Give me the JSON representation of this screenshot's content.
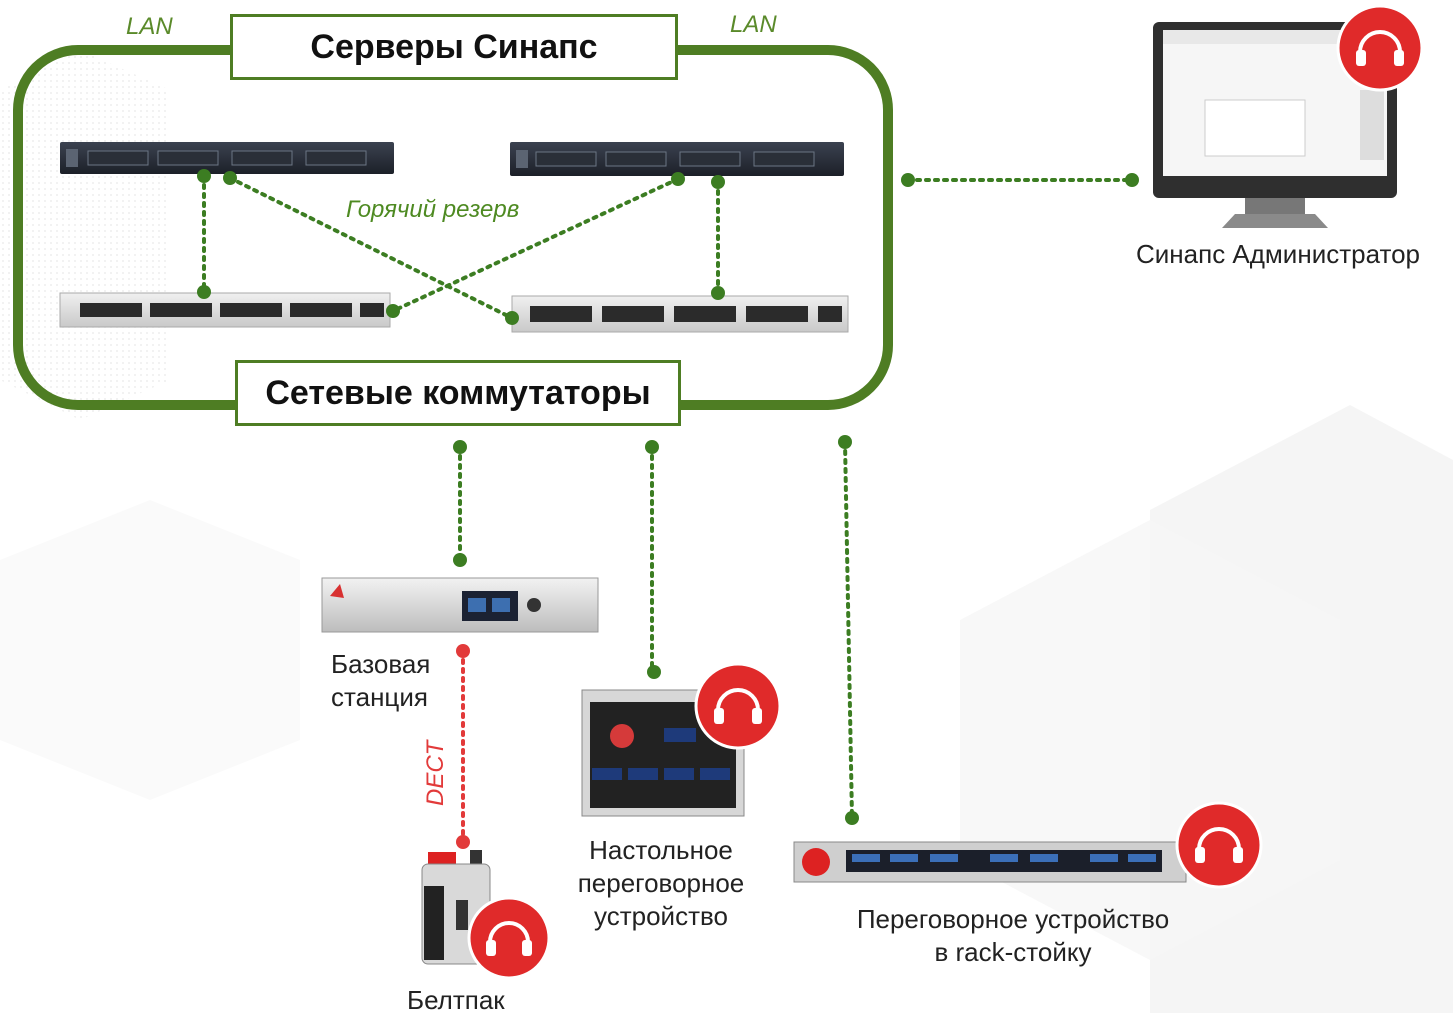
{
  "labels": {
    "servers_title": "Серверы Синапс",
    "switches_title": "Сетевые коммутаторы",
    "lan_left": "LAN",
    "lan_right": "LAN",
    "hot_standby": "Горячий резерв",
    "admin": "Синапс Администратор",
    "base_station_line1": "Базовая",
    "base_station_line2": "станция",
    "dect": "DECT",
    "desktop_line1": "Настольное",
    "desktop_line2": "переговорное",
    "desktop_line3": "устройство",
    "rack_line1": "Переговорное устройство",
    "rack_line2": "в rack-стойку",
    "beltpack": "Белтпак"
  },
  "icons": {
    "server": "rack-server-icon",
    "switch": "network-switch-icon",
    "monitor": "monitor-icon",
    "headset": "headset-badge-icon",
    "base_station": "base-station-icon",
    "desktop_panel": "desktop-intercom-icon",
    "rack_panel": "rack-intercom-icon",
    "beltpack": "beltpack-icon"
  },
  "colors": {
    "network": "#4e7d23",
    "link": "#3c7d22",
    "dect_link": "#e23a3a",
    "headset_badge": "#e02a2a"
  }
}
